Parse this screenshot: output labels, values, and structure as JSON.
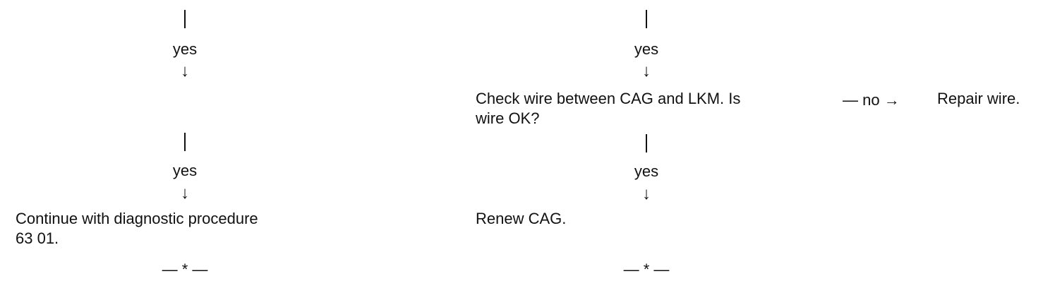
{
  "left": {
    "yes_1": "yes",
    "yes_2": "yes",
    "down_arrow": "↓",
    "result_line1": "Continue with diagnostic procedure",
    "result_line2": "63 01.",
    "end_marker": "— * —"
  },
  "right": {
    "yes_1": "yes",
    "yes_2": "yes",
    "down_arrow": "↓",
    "question_line1": "Check wire between CAG and LKM. Is",
    "question_line2": "wire OK?",
    "no_branch": "— no →",
    "no_result": "Repair wire.",
    "result": "Renew CAG.",
    "end_marker": "— * —"
  }
}
